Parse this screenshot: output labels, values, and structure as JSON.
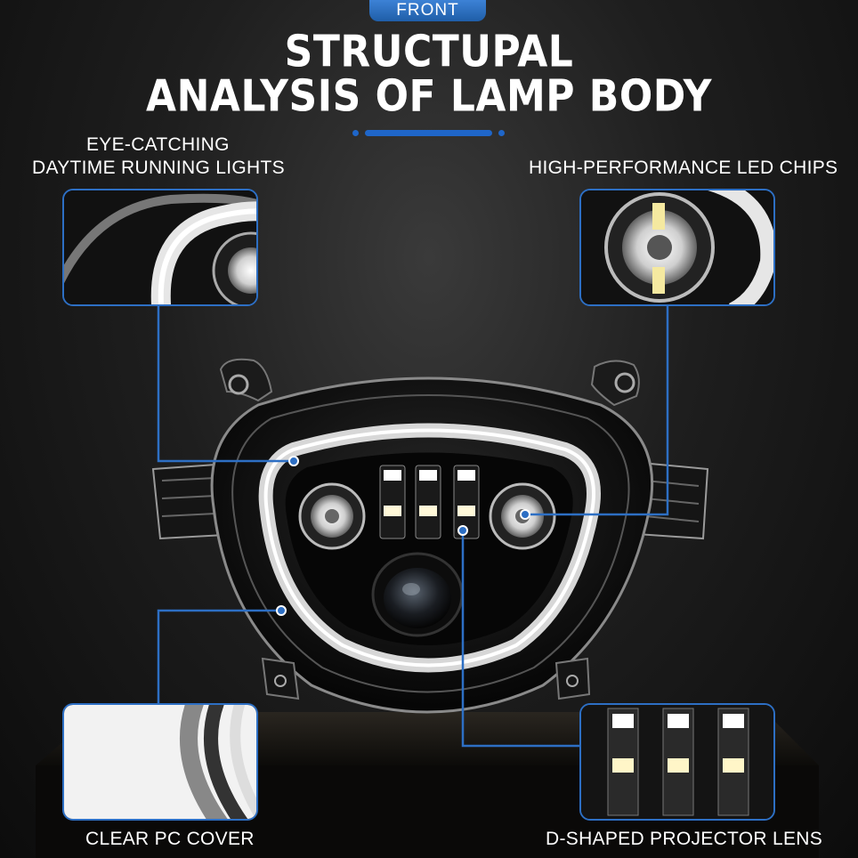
{
  "badge": "FRONT",
  "title": {
    "line1": "STRUCTUPAL",
    "line2": "ANALYSIS OF LAMP BODY"
  },
  "callouts": {
    "drl": {
      "line1": "EYE-CATCHING",
      "line2": "DAYTIME RUNNING LIGHTS"
    },
    "led": "HIGH-PERFORMANCE LED CHIPS",
    "cover": "CLEAR PC COVER",
    "lens": "D-SHAPED PROJECTOR LENS"
  },
  "colors": {
    "accent": "#2d6fc4",
    "badge": "#2a70c2",
    "text": "#ffffff",
    "background": "#161616"
  }
}
